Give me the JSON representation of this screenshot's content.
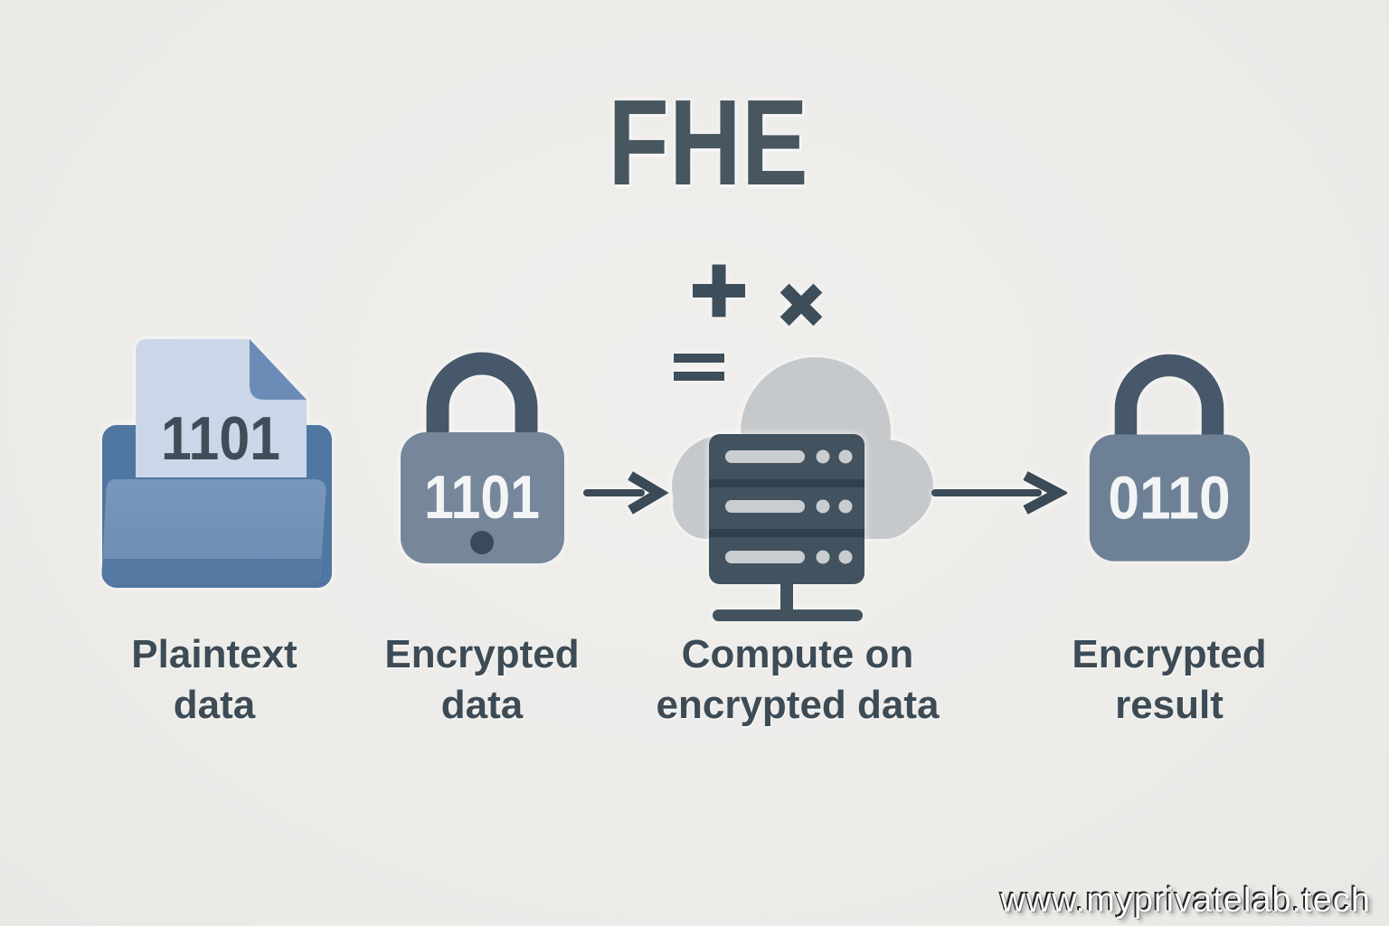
{
  "title": "FHE",
  "watermark": "www.myprivatelab.tech",
  "colors": {
    "background": "#EDECE9",
    "title_ink": "#47565F",
    "label_ink": "#3C4B55",
    "operator_ink": "#3E4E5A",
    "arrow_ink": "#3A4A56",
    "lock1_body": "#76869B",
    "lock2_body": "#6E8095",
    "lock_shackle": "#46586A",
    "lock_digits": "#F2F4F6",
    "keyhole_dot": "#3A4A5C",
    "folder_back": "#4F77A1",
    "folder_front_top": "#7997BC",
    "folder_front_bottom": "#6C8BB2",
    "folder_bottom_edge": "#4C719C",
    "document_fill": "#CBD7E8",
    "document_fold": "#6B8CB6",
    "document_digits": "#3E4D58",
    "cloud": "#C6C9CC",
    "server_body": "#42535F",
    "server_divider": "#30404C",
    "server_lights": "#CACDD0",
    "watermark_text": "#FFFFFF"
  },
  "stages": [
    {
      "name": "plaintext-data",
      "icon": "folder-document-icon",
      "value": "1101",
      "label_lines": [
        "Plaintext",
        "data"
      ]
    },
    {
      "name": "encrypted-data",
      "icon": "padlock-icon",
      "value": "1101",
      "label_lines": [
        "Encrypted",
        "data"
      ]
    },
    {
      "name": "compute-on-encrypted-data",
      "icon": "cloud-server-icon",
      "operator_icons": [
        "plus-operator-icon",
        "multiply-operator-icon",
        "equals-operator-icon"
      ],
      "label_lines": [
        "Compute on",
        "encrypted data"
      ]
    },
    {
      "name": "encrypted-result",
      "icon": "padlock-icon",
      "value": "0110",
      "label_lines": [
        "Encrypted",
        "result"
      ]
    }
  ],
  "arrows": [
    {
      "name": "arrow-encrypted-to-compute",
      "icon": "right-arrow-icon"
    },
    {
      "name": "arrow-compute-to-result",
      "icon": "right-arrow-icon"
    }
  ]
}
